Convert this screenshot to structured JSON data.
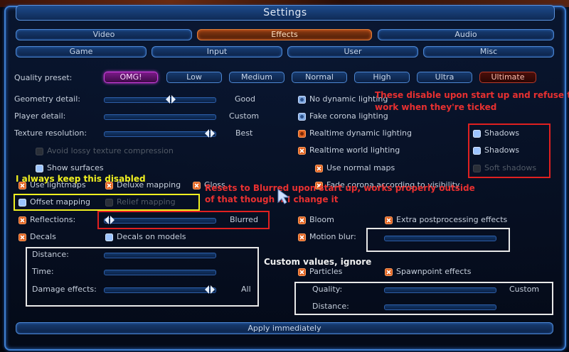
{
  "window": {
    "title": "Settings"
  },
  "tabs_row1": [
    {
      "label": "Video",
      "active": false
    },
    {
      "label": "Effects",
      "active": true
    },
    {
      "label": "Audio",
      "active": false
    }
  ],
  "tabs_row2": [
    {
      "label": "Game"
    },
    {
      "label": "Input"
    },
    {
      "label": "User"
    },
    {
      "label": "Misc"
    }
  ],
  "quality": {
    "label": "Quality preset:",
    "options": [
      "OMG!",
      "Low",
      "Medium",
      "Normal",
      "High",
      "Ultra",
      "Ultimate"
    ]
  },
  "left": {
    "geometry": {
      "label": "Geometry detail:",
      "value": "Good"
    },
    "player": {
      "label": "Player detail:",
      "value": "Custom"
    },
    "texture": {
      "label": "Texture resolution:",
      "value": "Best"
    },
    "avoid_lossy": "Avoid lossy texture compression",
    "show_surfaces": "Show surfaces",
    "use_lightmaps": "Use lightmaps",
    "deluxe_mapping": "Deluxe mapping",
    "gloss": "Gloss",
    "offset_mapping": "Offset mapping",
    "relief_mapping": "Relief mapping",
    "reflections": {
      "label": "Reflections:",
      "value": "Blurred"
    },
    "decals": "Decals",
    "decals_on_models": "Decals on models",
    "distance": "Distance:",
    "time": "Time:",
    "damage": {
      "label": "Damage effects:",
      "value": "All"
    }
  },
  "right": {
    "no_dynamic": "No dynamic lighting",
    "fake_corona": "Fake corona lighting",
    "realtime_dynamic": "Realtime dynamic lighting",
    "realtime_world": "Realtime world lighting",
    "shadows1": "Shadows",
    "shadows2": "Shadows",
    "use_normal_maps": "Use normal maps",
    "soft_shadows": "Soft shadows",
    "fade_corona": "Fade corona according to visibility",
    "bloom": "Bloom",
    "extra_post": "Extra postprocessing effects",
    "motion_blur": "Motion blur:",
    "particles": "Particles",
    "spawnpoint": "Spawnpoint effects",
    "p_quality": {
      "label": "Quality:",
      "value": "Custom"
    },
    "p_distance": "Distance:"
  },
  "apply": {
    "label": "Apply immediately"
  },
  "annotations": {
    "red_top_line1": "These disable upon start up and refuse to",
    "red_top_line2": "work when they're ticked",
    "red_mid_line1": "Resets to Blurred upon start up, works properly outside",
    "red_mid_line2": "of that though if I change it",
    "yellow": "I always keep this disabled",
    "white": "Custom values, ignore"
  },
  "colors": {
    "accent_blue": "#3f7fd0",
    "active_tab": "#e0803a",
    "omg": "#d040e0",
    "annotation_red": "#e02020",
    "annotation_yellow": "#f0f020",
    "annotation_white": "#e8e8e8"
  }
}
